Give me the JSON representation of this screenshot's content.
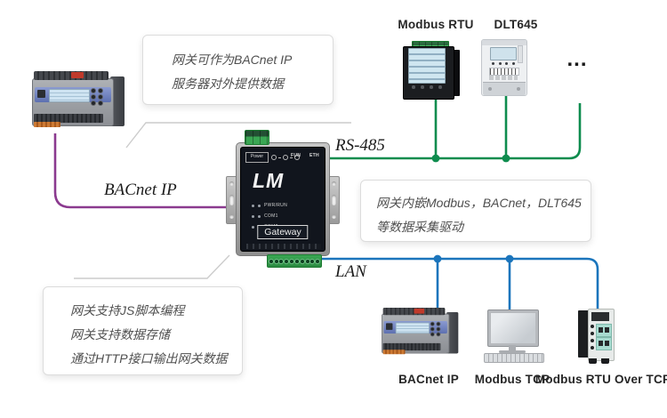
{
  "callouts": {
    "top": {
      "lines": [
        "网关可作为BACnet IP",
        "服务器对外提供数据"
      ]
    },
    "right": {
      "lines": [
        "网关内嵌Modbus，BACnet，DLT645",
        "等数据采集驱动"
      ]
    },
    "bottom_left": {
      "lines": [
        "网关支持JS脚本编程",
        "网关支持数据存储",
        "通过HTTP接口输出网关数据"
      ]
    }
  },
  "bus_labels": {
    "rs485": "RS-485",
    "lan": "LAN",
    "bacnet_ip": "BACnet IP"
  },
  "device_labels": {
    "modbus_rtu": "Modbus RTU",
    "dlt645": "DLT645",
    "more_devices": "...",
    "bacnet_ip": "BACnet IP",
    "modbus_tcp": "Modbus TCP",
    "modbus_rtu_over_tcp": "Modbus RTU Over TCP"
  },
  "gateway": {
    "logo": "LM",
    "badge": "Gateway",
    "top_labels": {
      "power": "Power",
      "fun": "FUN",
      "eth": "ETH"
    },
    "leds": [
      "PWR/RUN",
      "COM1",
      "COM2"
    ]
  },
  "colors": {
    "rs485_bus": "#0E8C4E",
    "lan_bus": "#1B75BC",
    "bacnet_bus": "#8B3A8F",
    "leader": "#CCCCCC"
  }
}
